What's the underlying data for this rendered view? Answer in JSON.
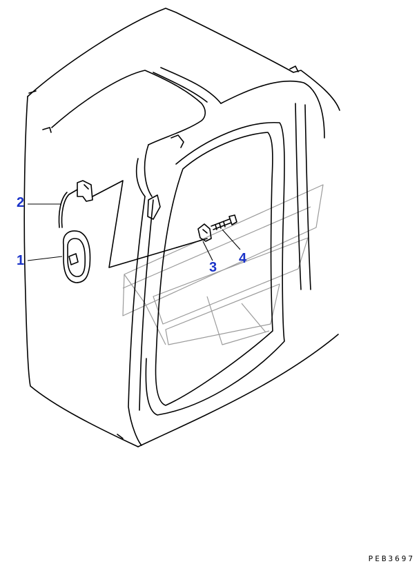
{
  "callouts": [
    {
      "label": "1",
      "part": "mirror"
    },
    {
      "label": "2",
      "part": "mirror-stay"
    },
    {
      "label": "3",
      "part": "bracket"
    },
    {
      "label": "4",
      "part": "bolt"
    }
  ],
  "drawing_code": "PEB3697",
  "colors": {
    "callout": "#1a33c8",
    "line": "#000000",
    "watermark": "#9a9a9a"
  },
  "icons": {
    "watermark": "komatsu-logo-watermark"
  }
}
